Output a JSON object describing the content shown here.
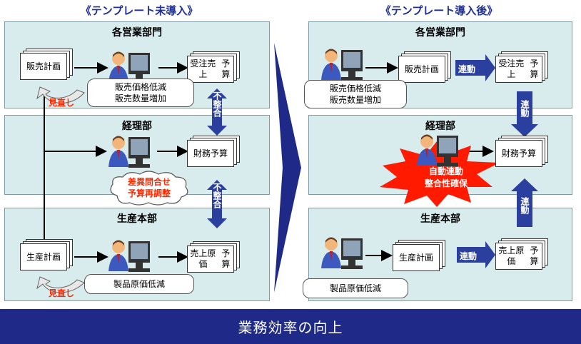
{
  "left": {
    "title": "《テンプレート未導入》",
    "sales_dept": "各営業部門",
    "accounting_dept": "経理部",
    "production_dept": "生産本部",
    "sales_plan": "販売計画",
    "order_sales_budget_1": "受注売上",
    "order_sales_budget_2": "予算",
    "financial_budget_1": "財務",
    "financial_budget_2": "予算",
    "production_plan": "生産計画",
    "cost_budget_1": "売上原価",
    "cost_budget_2": "予算",
    "sales_note_1": "販売価格低減",
    "sales_note_2": "販売数量増加",
    "cost_note": "製品原価低減",
    "review_1": "見直し",
    "review_2": "見直し",
    "mismatch_1": "不整合",
    "mismatch_2": "不整合",
    "cloud_1": "差異問合せ",
    "cloud_2": "予算再調整"
  },
  "right": {
    "title": "《テンプレート導入後》",
    "sales_dept": "各営業部門",
    "accounting_dept": "経理部",
    "production_dept": "生産本部",
    "sales_plan": "販売計画",
    "order_sales_budget_1": "受注売上",
    "order_sales_budget_2": "予算",
    "financial_budget_1": "財務",
    "financial_budget_2": "予算",
    "production_plan": "生産計画",
    "cost_budget_1": "売上原価",
    "cost_budget_2": "予算",
    "sales_note_1": "販売価格低減",
    "sales_note_2": "販売数量増加",
    "cost_note": "製品原価低減",
    "link_1": "連動",
    "link_2": "連動",
    "link_3": "連動",
    "link_4": "連動",
    "burst_1": "自動連動",
    "burst_2": "整合性確保"
  },
  "banner": "業務効率の向上",
  "colors": {
    "panel_bg": "#d8ecee",
    "title_blue": "#1f2f93",
    "banner_bg": "#1f2a88",
    "arrow_blue": "#2a3f9e",
    "alert_red": "#ff2a00"
  }
}
